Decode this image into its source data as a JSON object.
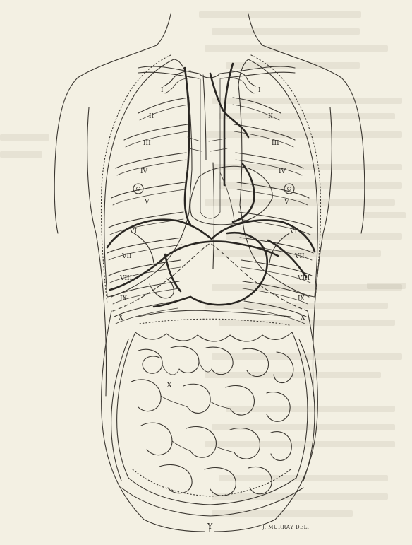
{
  "figure": {
    "signature": "J. MURRAY DEL."
  },
  "left_rib_labels": [
    "I",
    "II",
    "III",
    "IV",
    "V",
    "VI",
    "VII",
    "VIII",
    "IX",
    "X"
  ],
  "right_rib_labels": [
    "I",
    "II",
    "III",
    "IV",
    "V",
    "VI",
    "VII",
    "VIII",
    "IX",
    "X"
  ],
  "markers": {
    "abdomen_x": "X",
    "navel_y": "Y"
  },
  "colors": {
    "paper": "#f3f0e3",
    "ink": "#3a3630",
    "heavy_ink": "#2a2723"
  }
}
